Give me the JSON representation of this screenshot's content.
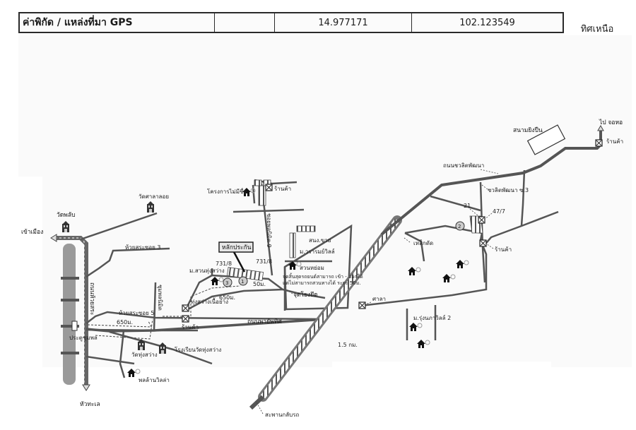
{
  "gps": {
    "label": "ค่าพิกัด / แหล่งที่มา GPS",
    "source": "",
    "latitude": "14.977171",
    "longitude": "102.123549"
  },
  "north": {
    "label": "ทิศเหนือ",
    "icon": "north-arrow-icon"
  },
  "places": {
    "wat_phlap": "วัดพลับ",
    "wat_sala_loi": "วัดศาลาลอย",
    "to_city": "เข้าเมือง",
    "to_hua_thale": "หัวทะเล",
    "huai_soi3": "ห้วยสระซอย 3",
    "huai_soi5": "ห้วยสระซอย 5",
    "road_huaysa": "ถนนห้วยสระ",
    "road_chomphon": "ชุมพลนิมิต",
    "dist_650_left": "650ม.",
    "dist_650_mid": "650ม.",
    "gate": "ประตูชุมพล",
    "wat_thung_sawang": "วัดทุ่งสว่าง",
    "school": "โรงเรียนวัดทุ่งสว่าง",
    "phon_villa": "พลล้านวิลล่า",
    "thung_sawang_shop": "ทุ่งสว่างเนื้อย่าง",
    "shop": "ร้านค้า",
    "project_no_name": "โครงการไม่มีชื่อ",
    "soi_chomphon": "ชอยพลนิมิต 9",
    "lak_prakan": "หลักประกัน",
    "no_731_8a": "731/8",
    "no_731_8b": "731/8",
    "mor_suan_thung": "ม.สวนทุ่งสว่าง",
    "dist_50": "50ม.",
    "sanong_khai": "สนง.ขาย",
    "mor_waram": "ม.วรารมย์วิลล์",
    "suan_yom": "สวนหย่อม",
    "note_1": "จุดสิ้นสุดรถยนต์สามารถ เข้า - ออกได้",
    "note_2": "แต่ไม่สามารถสวนทางได้ ระยะ 50ม.",
    "jud_yot": "จุดโยงยึด",
    "road_pha_yap": "ถนนพายัพทิศ",
    "sala": "ศาลา",
    "lek_dat": "เหล็กดัด",
    "mor_rungnapa": "ม.รุ่งนภาวิลล์ 2",
    "dist_15km": "1.5 กม.",
    "overpass": "สะพานกลับรถ",
    "shooting_range": "สนามยิงปืน",
    "to_chor_hor": "ไป จอหอ",
    "road_chawalit": "ถนนชวลิตพัฒนา",
    "soi_chawalit3": "ชวลิตพัฒนา ซ.3",
    "no_21": "21",
    "no_47_7": "47/7",
    "marker_1": "1",
    "marker_2": "2",
    "marker_3": "3"
  }
}
